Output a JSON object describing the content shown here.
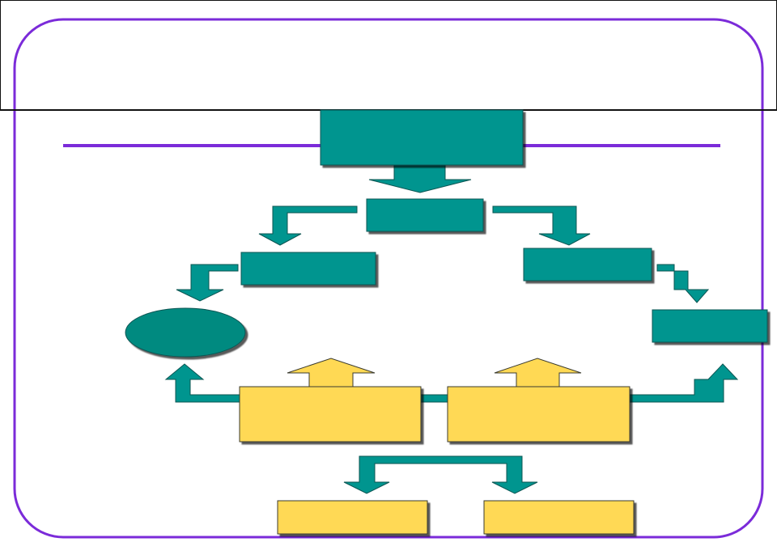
{
  "title": {
    "text": ""
  },
  "colors": {
    "frame": "#7b2bd9",
    "teal": "#00958f",
    "teal_edge": "#0b5552",
    "yellow": "#ffd954",
    "yellow_edge": "#3b3b2f",
    "ellipse": "#008a80",
    "shadow": "#1f1f1f",
    "header_border": "#111111"
  },
  "nodes": [
    {
      "id": "top",
      "shape": "rect",
      "fill": "teal",
      "label": ""
    },
    {
      "id": "center",
      "shape": "rect",
      "fill": "teal",
      "label": ""
    },
    {
      "id": "left",
      "shape": "rect",
      "fill": "teal",
      "label": ""
    },
    {
      "id": "right",
      "shape": "rect",
      "fill": "teal",
      "label": ""
    },
    {
      "id": "far_right",
      "shape": "rect",
      "fill": "teal",
      "label": ""
    },
    {
      "id": "oval",
      "shape": "ellipse",
      "fill": "teal",
      "label": ""
    },
    {
      "id": "yellow_left",
      "shape": "rect",
      "fill": "yellow",
      "label": ""
    },
    {
      "id": "yellow_right",
      "shape": "rect",
      "fill": "yellow",
      "label": ""
    },
    {
      "id": "bottom_left",
      "shape": "rect",
      "fill": "yellow",
      "label": ""
    },
    {
      "id": "bottom_right",
      "shape": "rect",
      "fill": "yellow",
      "label": ""
    }
  ],
  "edges": [
    {
      "from": "top",
      "to": "center"
    },
    {
      "from": "center",
      "to": "left"
    },
    {
      "from": "center",
      "to": "right"
    },
    {
      "from": "left",
      "to": "oval"
    },
    {
      "from": "right",
      "to": "far_right"
    },
    {
      "from": "yellow_left",
      "to": "oval"
    },
    {
      "from": "yellow_right",
      "to": "far_right"
    },
    {
      "from": "yellow_left",
      "to": "left"
    },
    {
      "from": "yellow_right",
      "to": "right"
    },
    {
      "from": "yellow_left",
      "to": "bottom_left"
    },
    {
      "from": "yellow_right",
      "to": "bottom_right"
    }
  ]
}
